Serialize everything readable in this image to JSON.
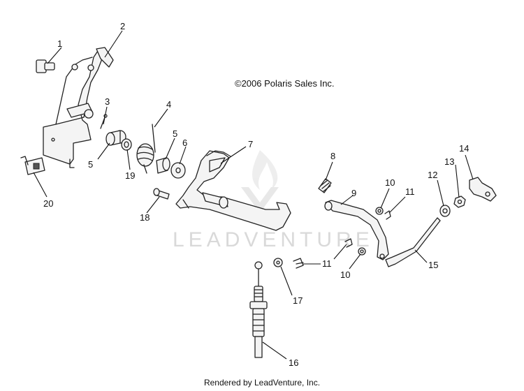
{
  "copyright": "©2006 Polaris Sales Inc.",
  "watermark": "LEADVENTURE",
  "footer": "Rendered by LeadVenture, Inc.",
  "callouts": [
    {
      "label": "1"
    },
    {
      "label": "2"
    },
    {
      "label": "3"
    },
    {
      "label": "4"
    },
    {
      "label": "5"
    },
    {
      "label": "5"
    },
    {
      "label": "6"
    },
    {
      "label": "7"
    },
    {
      "label": "8"
    },
    {
      "label": "9"
    },
    {
      "label": "10"
    },
    {
      "label": "10"
    },
    {
      "label": "11"
    },
    {
      "label": "11"
    },
    {
      "label": "12"
    },
    {
      "label": "13"
    },
    {
      "label": "14"
    },
    {
      "label": "15"
    },
    {
      "label": "16"
    },
    {
      "label": "17"
    },
    {
      "label": "18"
    },
    {
      "label": "19"
    },
    {
      "label": "20"
    }
  ]
}
